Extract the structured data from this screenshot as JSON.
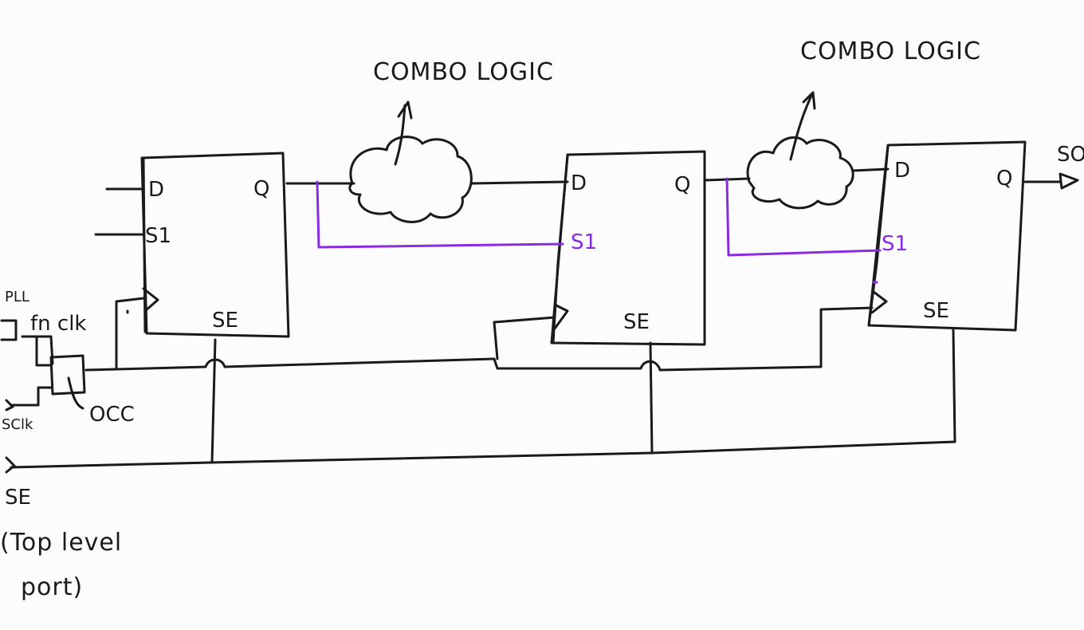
{
  "title_left": "COMBO LOGIC",
  "title_right": "COMBO LOGIC",
  "flops": [
    {
      "d": "D",
      "si": "S1",
      "q": "Q",
      "se": "SE"
    },
    {
      "d": "D",
      "si": "S1",
      "q": "Q",
      "se": "SE"
    },
    {
      "d": "D",
      "si": "S1",
      "q": "Q",
      "se": "SE"
    }
  ],
  "ports": {
    "pll": "PLL",
    "func_clk": "fn clk",
    "scan_clk": "SClk",
    "occ": "OCC",
    "scan_out": "SO",
    "se": "SE",
    "se_note_line1": "(Top level",
    "se_note_line2": "port)"
  },
  "colors": {
    "ink": "#1a1a1a",
    "scan_path": "#8a2be2",
    "paper": "#fcfcfc"
  }
}
